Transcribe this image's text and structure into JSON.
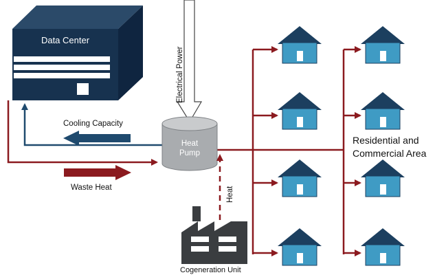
{
  "labels": {
    "data_center": "Data Center",
    "electrical_power": "Electrical Power",
    "heat_pump_line1": "Heat",
    "heat_pump_line2": "Pump",
    "cooling_capacity": "Cooling Capacity",
    "waste_heat": "Waste Heat",
    "heat": "Heat",
    "cogeneration_unit": "Cogeneration Unit",
    "area_line1": "Residential and",
    "area_line2": "Commercial Area"
  },
  "colors": {
    "navy": "#17324f",
    "navy_front": "#1e3d5f",
    "flow_red": "#8b1a1f",
    "flow_blue": "#1f4a6e",
    "house_wall": "#3f9bc4",
    "house_roof": "#1c3f5f",
    "pump_fill": "#a9acaf",
    "factory": "#3a3d40"
  },
  "icons": {
    "house": "house-icon",
    "factory": "factory-icon",
    "heat_pump": "cylinder-icon",
    "data_center": "server-box-icon"
  },
  "houses_count": 8
}
